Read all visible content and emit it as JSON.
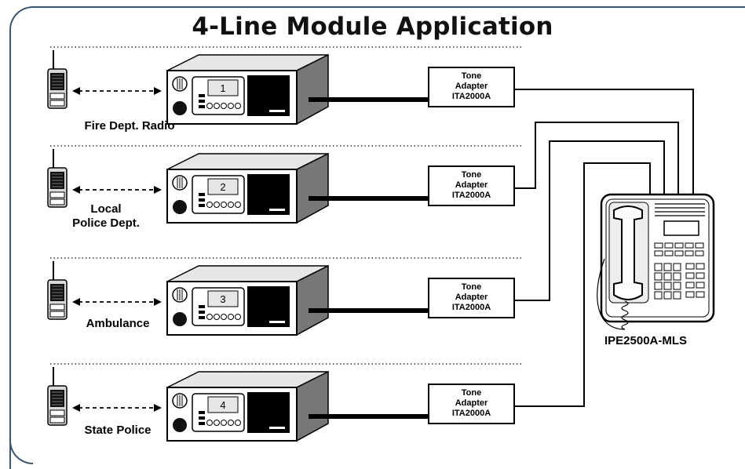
{
  "title": "4-Line Module Application",
  "lines": [
    {
      "number": "1",
      "label": "Fire Dept. Radio"
    },
    {
      "number": "2",
      "label": "Local\nPolice Dept."
    },
    {
      "number": "3",
      "label": "Ambulance"
    },
    {
      "number": "4",
      "label": "State Police"
    }
  ],
  "adapter_label": "Tone\nAdapter\nITA2000A",
  "phone_label": "IPE2500A-MLS"
}
